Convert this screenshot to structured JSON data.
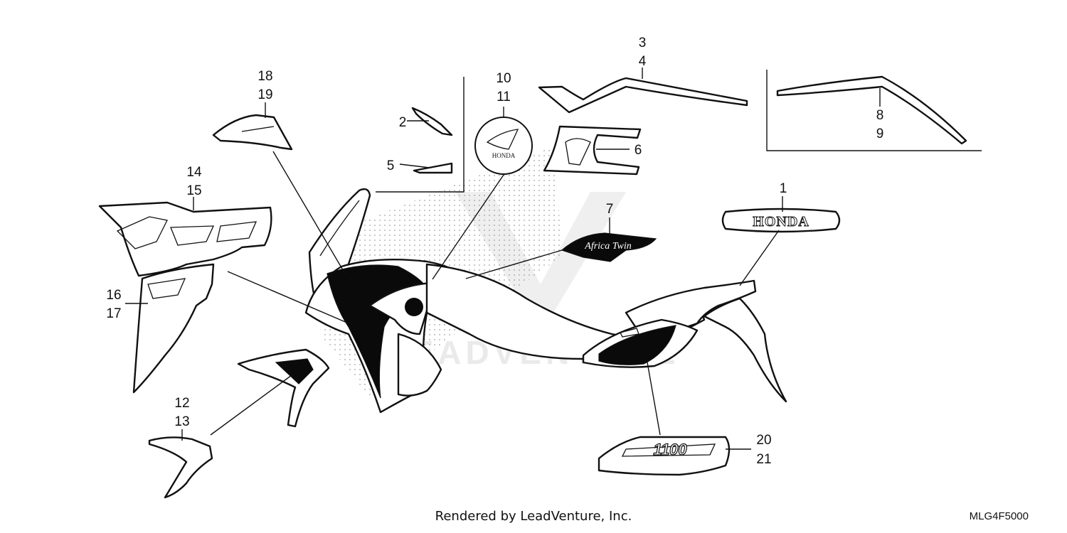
{
  "callouts": [
    {
      "id": "c1",
      "numbers": [
        "1"
      ]
    },
    {
      "id": "c2",
      "numbers": [
        "2"
      ]
    },
    {
      "id": "c3",
      "numbers": [
        "3",
        "4"
      ]
    },
    {
      "id": "c5",
      "numbers": [
        "5"
      ]
    },
    {
      "id": "c6",
      "numbers": [
        "6"
      ]
    },
    {
      "id": "c7",
      "numbers": [
        "7"
      ]
    },
    {
      "id": "c8",
      "numbers": [
        "8",
        "9"
      ]
    },
    {
      "id": "c10",
      "numbers": [
        "10",
        "11"
      ]
    },
    {
      "id": "c12",
      "numbers": [
        "12",
        "13"
      ]
    },
    {
      "id": "c14",
      "numbers": [
        "14",
        "15"
      ]
    },
    {
      "id": "c16",
      "numbers": [
        "16",
        "17"
      ]
    },
    {
      "id": "c18",
      "numbers": [
        "18",
        "19"
      ]
    },
    {
      "id": "c20",
      "numbers": [
        "20",
        "21"
      ]
    }
  ],
  "emblem_text": "HONDA",
  "mark_text": "HONDA",
  "model_badge_text": "1100",
  "tank_script_text": "Africa Twin",
  "watermark_text": "LEADVENTURE",
  "footer": {
    "credit": "Rendered by LeadVenture, Inc."
  },
  "diagram_code": "MLG4F5000",
  "colors": {
    "line": "#111111",
    "background": "#ffffff",
    "watermark": "#d9d9d9"
  }
}
